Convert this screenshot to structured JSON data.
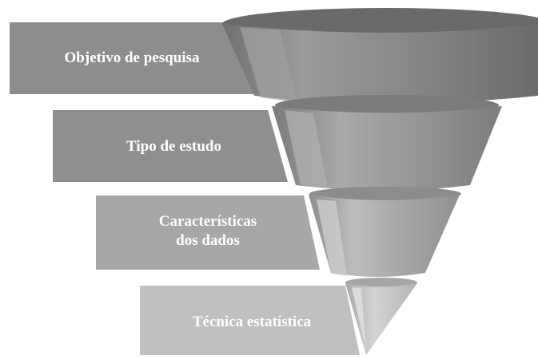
{
  "funnel": {
    "stages": [
      {
        "label": "Objetivo de pesquisa"
      },
      {
        "label": "Tipo de estudo"
      },
      {
        "label": "Características\ndos dados"
      },
      {
        "label": "Técnica estatística"
      }
    ]
  },
  "colors": {
    "band_1": "#8d8d8d",
    "band_2": "#8f8f8f",
    "band_3": "#a7a7a7",
    "band_4": "#c0c0c0",
    "funnel_dark": "#6a6a6a",
    "funnel_mid": "#838383",
    "funnel_light": "#b3b3b3"
  }
}
